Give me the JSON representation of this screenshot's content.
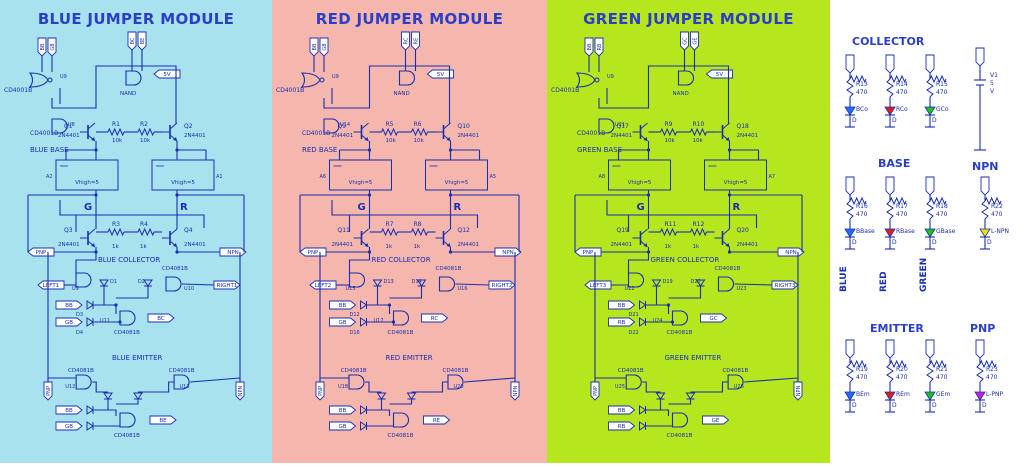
{
  "modules": [
    {
      "title": "BLUE JUMPER MODULE",
      "bg": "#a8e2ef",
      "base_label": "BLUE BASE",
      "collector_label": "BLUE COLLECTOR",
      "emitter_label": "BLUE EMITTER",
      "left_port": "LEFT1",
      "right_port": "RIGHT1",
      "q_top": [
        "Q1",
        "Q2"
      ],
      "q_bottom": [
        "Q3",
        "Q4"
      ],
      "r_top": [
        "R1",
        "R2"
      ],
      "r_bottom": [
        "R3",
        "R4"
      ],
      "u_gate": "U8",
      "u_list": [
        "U9",
        "U10",
        "U11",
        "U12",
        "U13"
      ],
      "d_list": [
        "D1",
        "D2",
        "D3",
        "D4"
      ],
      "pins": [
        "BB",
        "GB",
        "BC",
        "BE"
      ],
      "a_list": [
        "A1",
        "A2"
      ]
    },
    {
      "title": "RED JUMPER MODULE",
      "bg": "#f4b6ad",
      "base_label": "RED BASE",
      "collector_label": "RED COLLECTOR",
      "emitter_label": "RED EMITTER",
      "left_port": "LEFT2",
      "right_port": "RIGHT2",
      "q_top": [
        "Q9",
        "Q10"
      ],
      "q_bottom": [
        "Q11",
        "Q12"
      ],
      "r_top": [
        "R5",
        "R6"
      ],
      "r_bottom": [
        "R7",
        "R8"
      ],
      "u_gate": "U14",
      "u_list": [
        "U15",
        "U16",
        "U17",
        "U18",
        "U20"
      ],
      "d_list": [
        "D13",
        "D14",
        "D12",
        "D16"
      ],
      "pins": [
        "BB",
        "GB",
        "RC",
        "RE"
      ],
      "a_list": [
        "A5",
        "A6"
      ]
    },
    {
      "title": "GREEN JUMPER MODULE",
      "bg": "#b6e61e",
      "base_label": "GREEN BASE",
      "collector_label": "GREEN COLLECTOR",
      "emitter_label": "GREEN EMITTER",
      "left_port": "LEFT3",
      "right_port": "RIGHT3",
      "q_top": [
        "Q17",
        "Q18"
      ],
      "q_bottom": [
        "Q19",
        "Q20"
      ],
      "r_top": [
        "R9",
        "R10"
      ],
      "r_bottom": [
        "R11",
        "R12"
      ],
      "u_gate": "U21",
      "u_list": [
        "U22",
        "U23",
        "U24",
        "U25",
        "U26"
      ],
      "d_list": [
        "D19",
        "D20",
        "D21",
        "D22"
      ],
      "pins": [
        "BB",
        "RB",
        "GC",
        "GE"
      ],
      "a_list": [
        "A7",
        "A8"
      ]
    }
  ],
  "common": {
    "nand": "NAND",
    "chip": "CD4081B",
    "chip2": "CD4001B",
    "transistor": "2N4401",
    "res_val": "10k",
    "res_val2": "1k",
    "vhigh": "Vhigh=5",
    "g": "G",
    "r": "R",
    "pnp": "PNP",
    "npn": "NPN",
    "v5": "5V",
    "d": "D"
  },
  "legend": {
    "collector_title": "COLLECTOR",
    "base_title": "BASE",
    "npn_title": "NPN",
    "emitter_title": "EMITTER",
    "pnp_title": "PNP",
    "res": "470",
    "collector_items": [
      {
        "r": "R13",
        "name": "BCo",
        "color": "#1f6dff"
      },
      {
        "r": "R14",
        "name": "RCo",
        "color": "#e21b1b"
      },
      {
        "r": "R15",
        "name": "GCo",
        "color": "#16c516"
      }
    ],
    "v1": "V1",
    "v1_val": "5",
    "v1_sub": "V",
    "base_items": [
      {
        "r": "R16",
        "name": "BBase",
        "color": "#1f6dff",
        "word": "BLUE"
      },
      {
        "r": "R17",
        "name": "RBase",
        "color": "#e21b1b",
        "word": "RED"
      },
      {
        "r": "R18",
        "name": "GBase",
        "color": "#16c516",
        "word": "GREEN"
      }
    ],
    "npn_item": {
      "r": "R22",
      "name": "L-NPN",
      "color": "#e6e600"
    },
    "emitter_items": [
      {
        "r": "R19",
        "name": "BEm",
        "color": "#1f6dff"
      },
      {
        "r": "R20",
        "name": "REm",
        "color": "#e21b1b"
      },
      {
        "r": "R21",
        "name": "GEm",
        "color": "#16c516"
      }
    ],
    "pnp_item": {
      "r": "R23",
      "name": "L-PNP",
      "color": "#d21bd2"
    }
  }
}
